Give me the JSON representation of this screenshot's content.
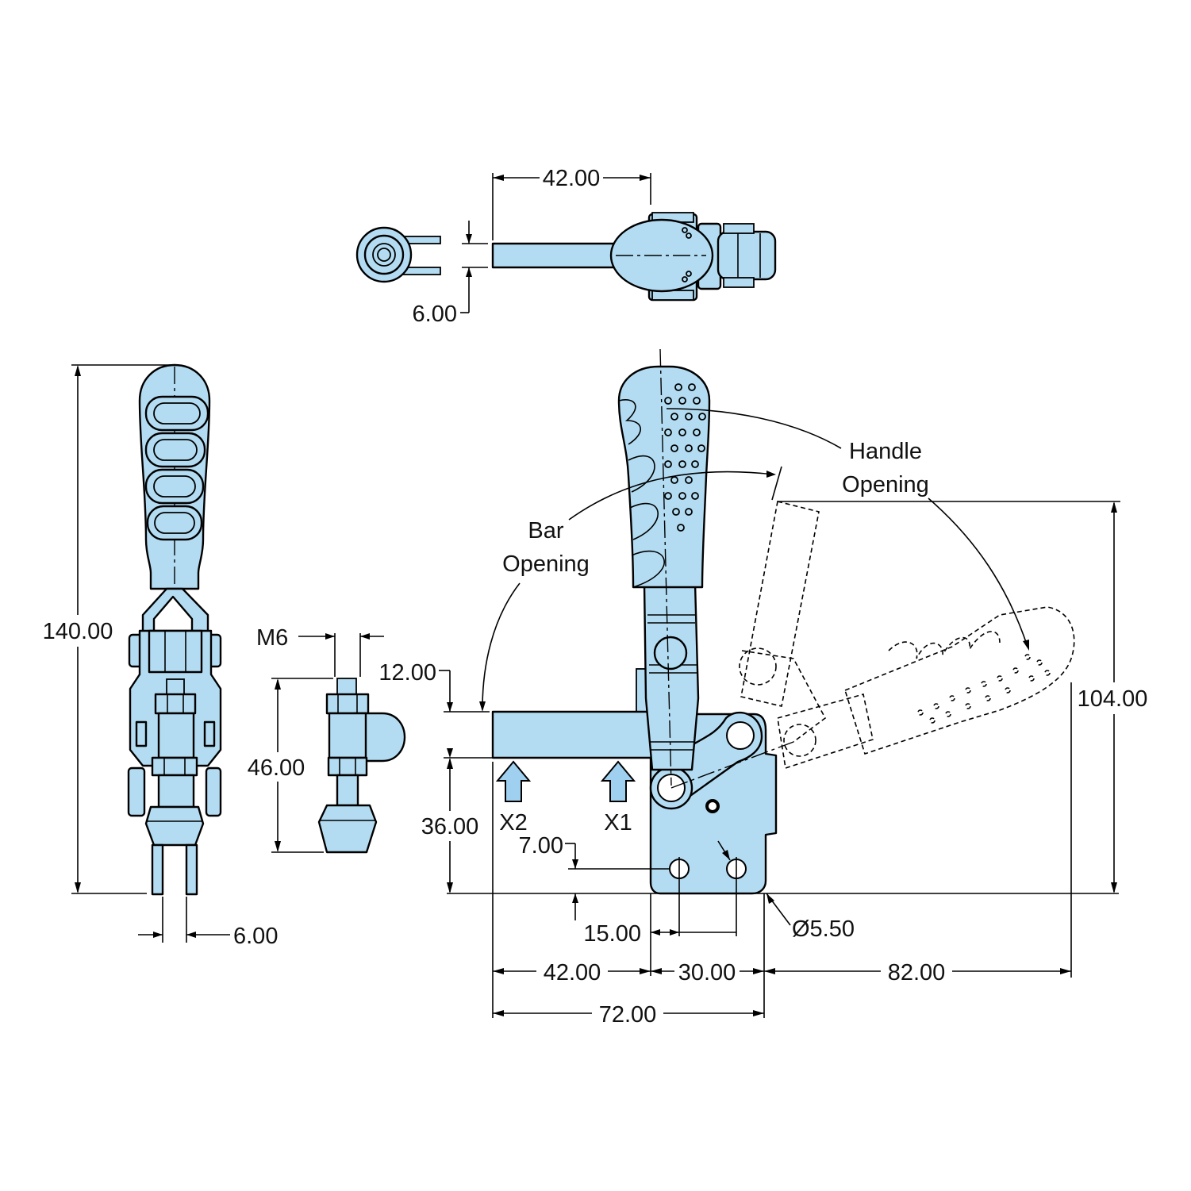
{
  "colors": {
    "part_fill": "#b3dcf2",
    "line": "#000000",
    "background": "#ffffff"
  },
  "dimensions": {
    "top_width": "42.00",
    "top_bar_thickness": "6.00",
    "overall_height": "140.00",
    "spindle_width": "6.00",
    "thread": "M6",
    "spindle_length": "46.00",
    "bar_thickness": "12.00",
    "bar_height": "36.00",
    "hole_offset_v": "7.00",
    "hole_offset_h": "15.00",
    "hole_diameter": "Ø5.50",
    "bar_length": "42.00",
    "hole_spacing": "30.00",
    "handle_reach": "82.00",
    "base_to_bar_end": "72.00",
    "handle_height": "104.00"
  },
  "labels": {
    "handle_opening_line1": "Handle",
    "handle_opening_line2": "Opening",
    "bar_opening_line1": "Bar",
    "bar_opening_line2": "Opening",
    "force_x1": "X1",
    "force_x2": "X2"
  }
}
